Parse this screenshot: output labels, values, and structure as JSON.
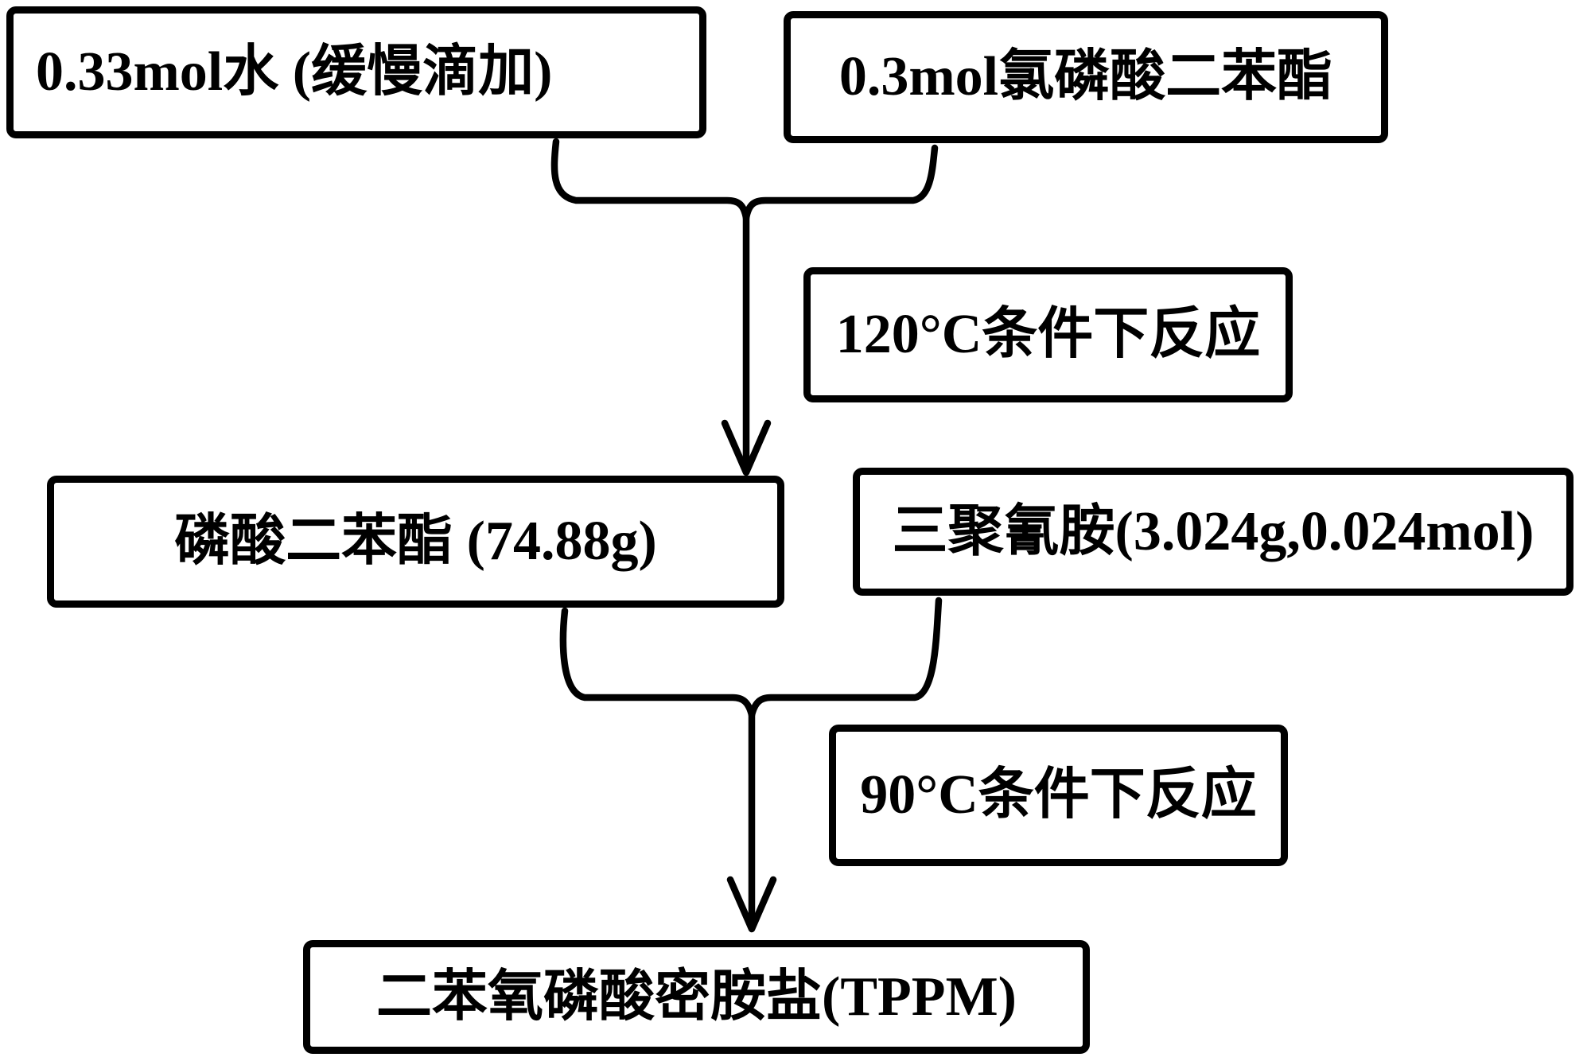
{
  "diagram": {
    "type": "flowchart",
    "background_color": "#ffffff",
    "stroke_color": "#000000",
    "nodes": {
      "water": {
        "label": "0.33mol水 (缓慢滴加)"
      },
      "chlorophosphate": {
        "label": "0.3mol氯磷酸二苯酯"
      },
      "condition1": {
        "label": "120°C条件下反应"
      },
      "dpp": {
        "label": "磷酸二苯酯 (74.88g)"
      },
      "melamine": {
        "label": "三聚氰胺(3.024g,0.024mol)"
      },
      "condition2": {
        "label": "90°C条件下反应"
      },
      "product": {
        "label": "二苯氧磷酸密胺盐(TPPM)"
      }
    },
    "edges": [
      {
        "from": [
          "water",
          "chlorophosphate"
        ],
        "to": "dpp",
        "condition_label": "120°C条件下反应"
      },
      {
        "from": [
          "dpp",
          "melamine"
        ],
        "to": "product",
        "condition_label": "90°C条件下反应"
      }
    ]
  }
}
